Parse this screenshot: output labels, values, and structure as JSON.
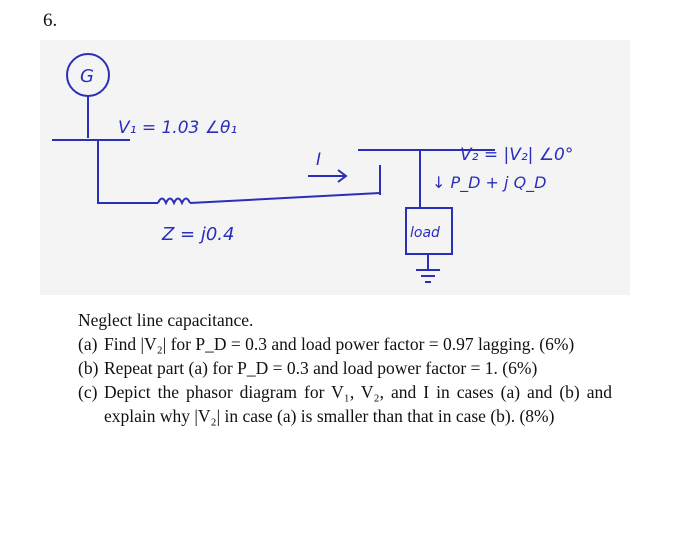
{
  "question_number": "6.",
  "diagram": {
    "generator_label": "G",
    "v1_label": "V₁ = 1.03 ∠θ₁",
    "v2_label": "V₂ = |V₂| ∠0°",
    "current_label": "I",
    "impedance_label": "Z = j0.4",
    "power_label": "↓ P_D + j Q_D",
    "load_label": "load",
    "ink_color": "#2a2fb8",
    "background": "#f4f4f4"
  },
  "problem": {
    "intro": "Neglect line capacitance.",
    "parts": [
      {
        "label": "(a)",
        "text": "Find |V₂| for P_D = 0.3 and load power factor = 0.97 lagging. (6%)"
      },
      {
        "label": "(b)",
        "text": "Repeat part (a) for P_D = 0.3 and load power factor = 1. (6%)"
      },
      {
        "label": "(c)",
        "text": "Depict the phasor diagram for V₁, V₂, and I in cases (a) and (b) and explain why |V₂| in case (a) is smaller than that in case (b). (8%)"
      }
    ]
  }
}
